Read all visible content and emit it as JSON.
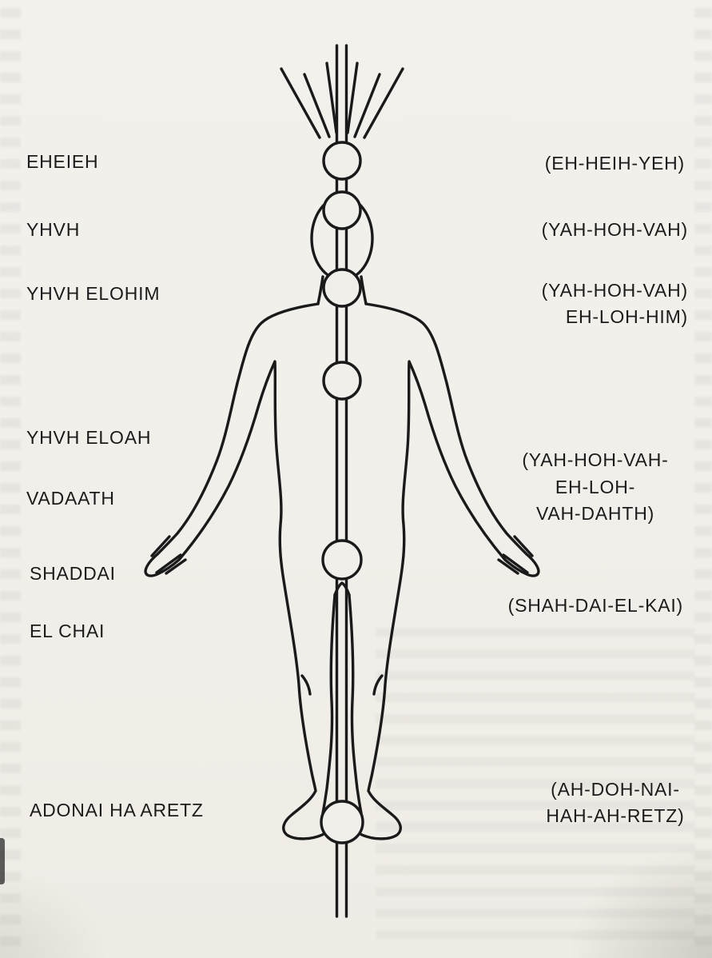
{
  "page": {
    "background": "#f1efe9",
    "ink": "#1a1a1a"
  },
  "diagram": {
    "type": "middle-pillar-body-figure",
    "centers": [
      {
        "id": "crown",
        "name_lines": [
          "EHEIEH"
        ],
        "pronunciation_lines": [
          "(EH-HEIH-YEH)"
        ]
      },
      {
        "id": "head",
        "name_lines": [
          "YHVH"
        ],
        "pronunciation_lines": [
          "(YAH-HOH-VAH)"
        ]
      },
      {
        "id": "throat",
        "name_lines": [
          "YHVH ELOHIM"
        ],
        "pronunciation_lines": [
          "(YAH-HOH-VAH)",
          "EH-LOH-HIM)"
        ]
      },
      {
        "id": "heart",
        "name_lines": [
          "YHVH ELOAH",
          "VADAATH"
        ],
        "pronunciation_lines": [
          "(YAH-HOH-VAH-",
          "EH-LOH-",
          "VAH-DAHTH)"
        ]
      },
      {
        "id": "genitals",
        "name_lines": [
          "SHADDAI",
          "EL CHAI"
        ],
        "pronunciation_lines": [
          "(SHAH-DAI-EL-KAI)"
        ]
      },
      {
        "id": "feet",
        "name_lines": [
          "ADONAI HA ARETZ"
        ],
        "pronunciation_lines": [
          "(AH-DOH-NAI-",
          "HAH-AH-RETZ)"
        ]
      }
    ]
  }
}
